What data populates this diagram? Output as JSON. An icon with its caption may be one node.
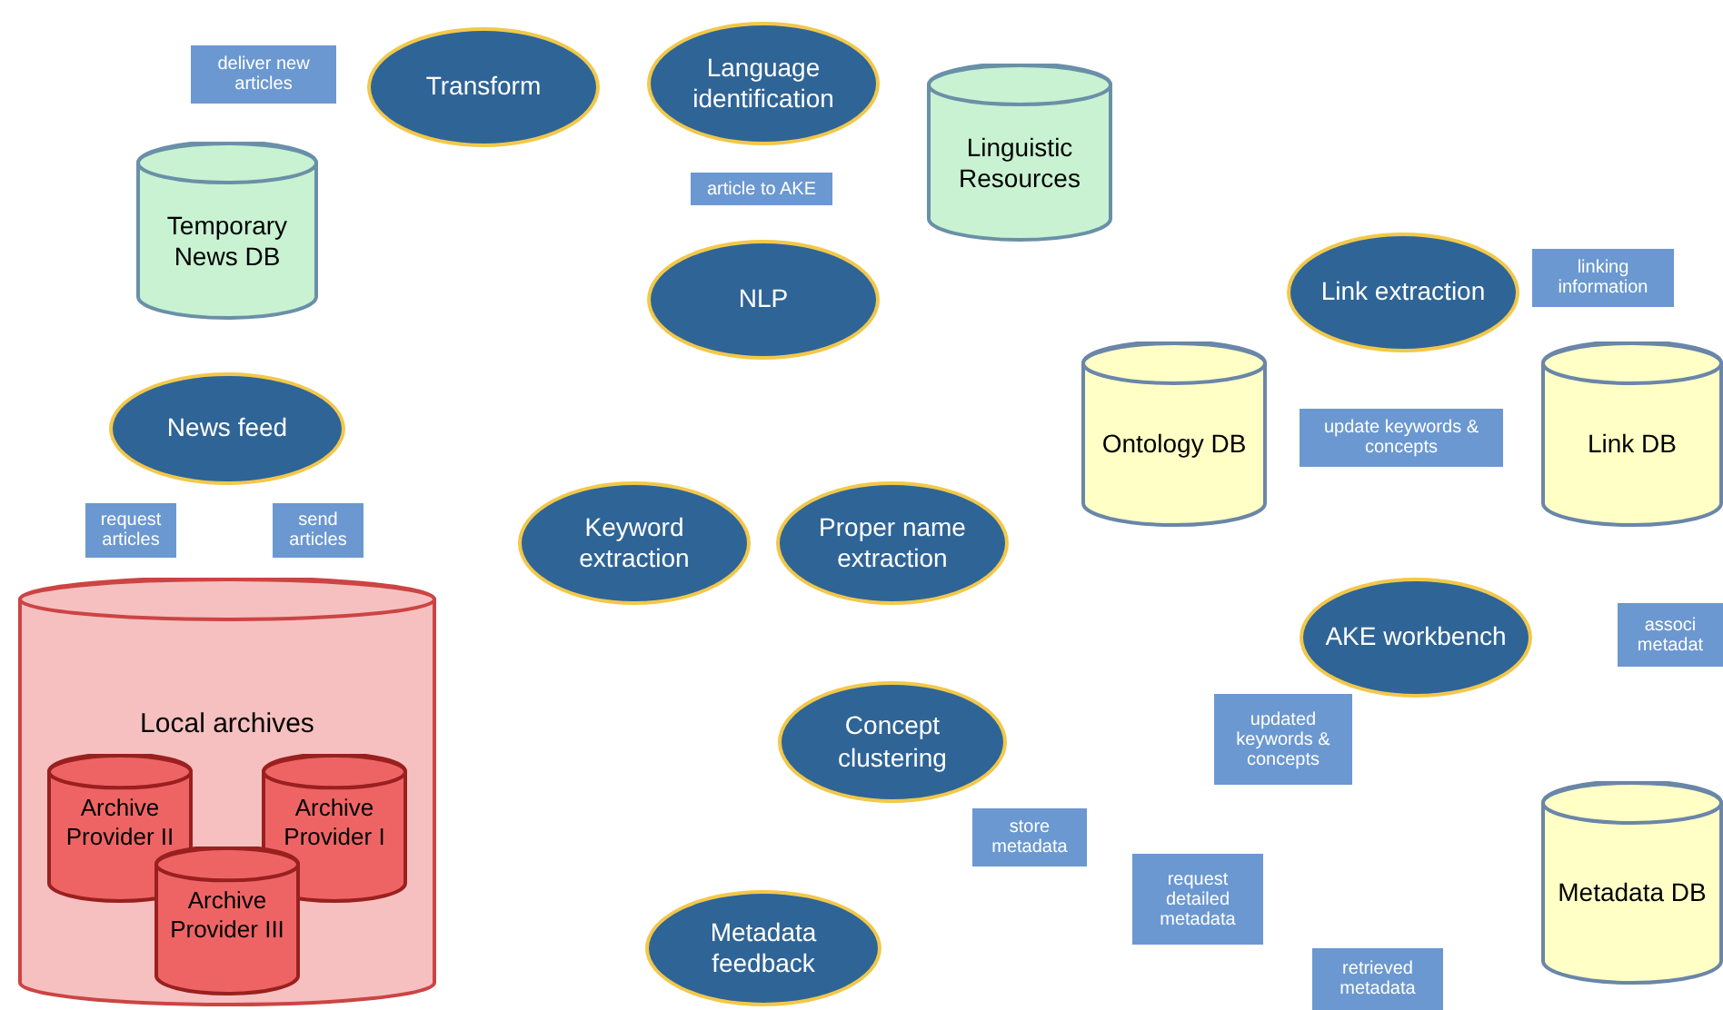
{
  "diagram": {
    "nodes": [
      {
        "text": [
          "Transform"
        ]
      },
      {
        "text": [
          "Language identification"
        ]
      },
      {
        "text": [
          "Linguistic Resources"
        ]
      },
      {
        "text": [
          "Temporary News DB"
        ]
      },
      {
        "text": [
          "Link extraction"
        ]
      },
      {
        "text": [
          "NLP"
        ]
      },
      {
        "text": [
          "Ontology DB"
        ]
      },
      {
        "text": [
          "Link DB"
        ]
      },
      {
        "text": [
          "News feed"
        ]
      },
      {
        "text": [
          "Keyword extraction"
        ]
      },
      {
        "text": [
          "Proper name extraction"
        ]
      },
      {
        "text": [
          "AKE workbench"
        ]
      },
      {
        "text": [
          "Local archives"
        ]
      },
      {
        "text": [
          "Archive Provider II"
        ],
        "in": 12
      },
      {
        "text": [
          "Archive Provider I"
        ],
        "in": 12
      },
      {
        "text": [
          "Archive Provider III"
        ],
        "in": 12
      },
      {
        "text": [
          "Concept clustering"
        ]
      },
      {
        "text": [
          "Metadata DB"
        ]
      },
      {
        "text": [
          "Metadata feedback"
        ]
      }
    ],
    "labels": [
      "deliver new articles",
      "article to AKE",
      "linking information",
      "update keywords & concepts",
      "request articles",
      "send articles",
      "associ metadat",
      "updated keywords & concepts",
      "store metadata",
      "request detailed metadata",
      "retrieved metadata"
    ]
  }
}
